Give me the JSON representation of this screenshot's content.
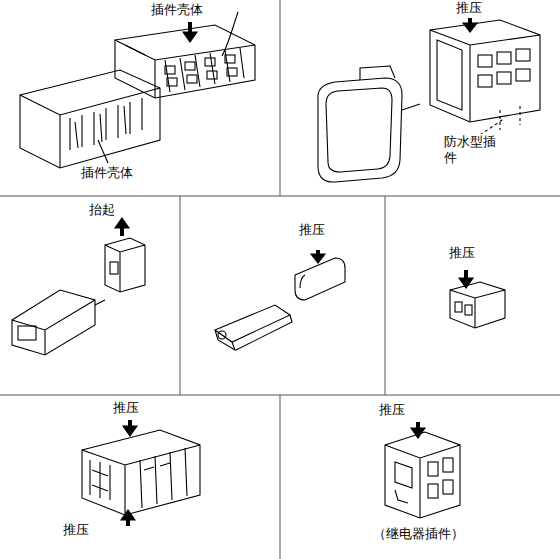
{
  "diagram": {
    "labels": [
      "插件壳体",
      "插件壳体",
      "推压",
      "防水型插件",
      "抬起",
      "推压",
      "推压",
      "推压",
      "推压",
      "推压",
      "（继电器插件）"
    ]
  }
}
